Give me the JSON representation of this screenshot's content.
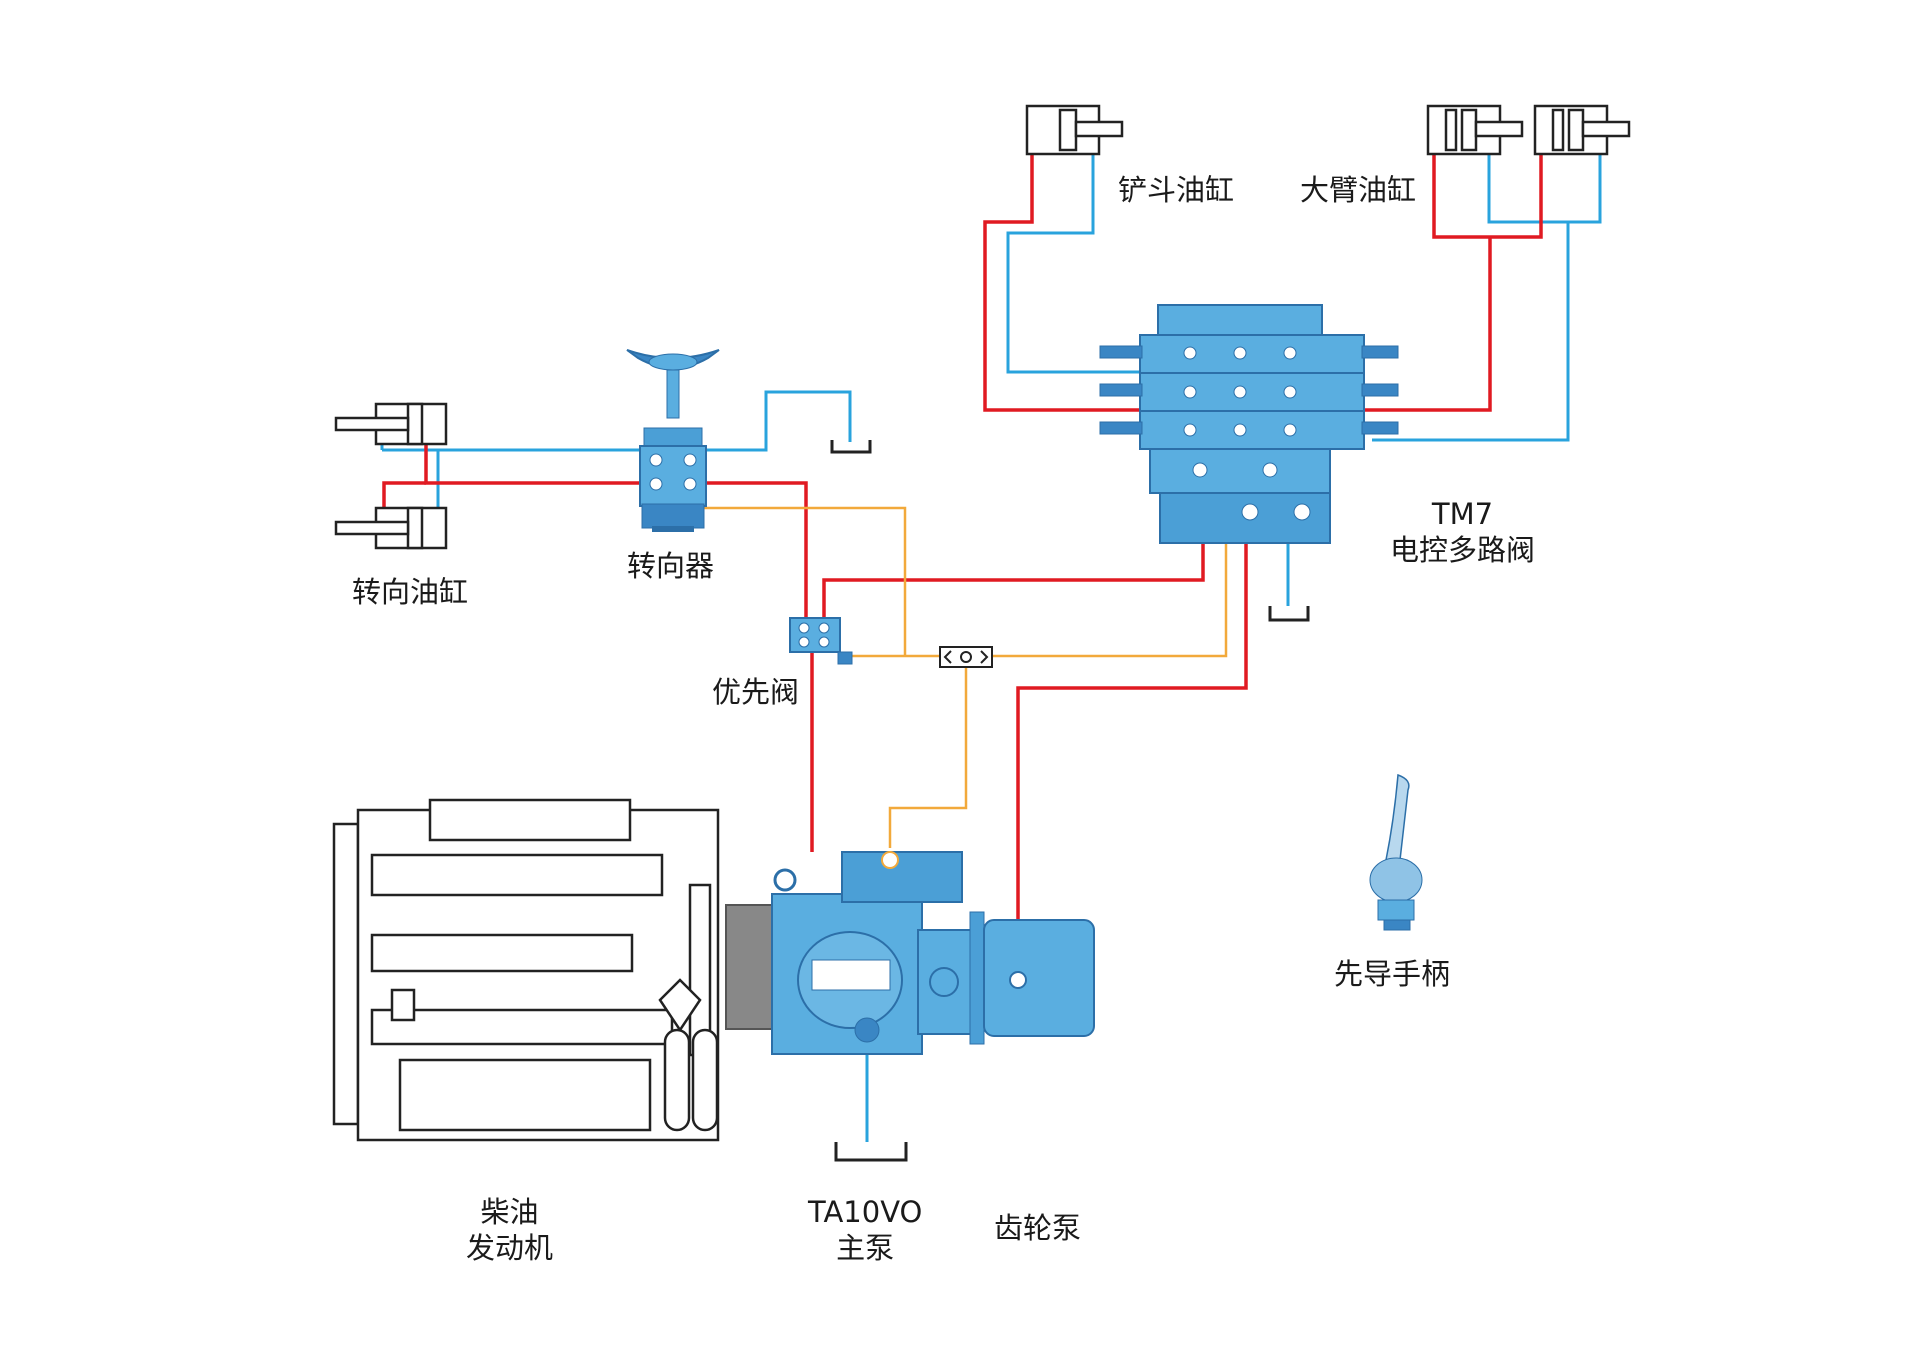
{
  "colors": {
    "pressure_line": "#e01a22",
    "return_line": "#29a3dd",
    "pilot_line": "#f2a93b",
    "component_blue": "#5aaee0",
    "component_dark": "#2c6fa8",
    "outline": "#222222"
  },
  "labels": {
    "bucket_cylinder": "铲斗油缸",
    "boom_cylinder": "大臂油缸",
    "steering_cylinder": "转向油缸",
    "steering_unit": "转向器",
    "multiway_valve_line1": "TM7",
    "multiway_valve_line2": "电控多路阀",
    "priority_valve": "优先阀",
    "pilot_handle": "先导手柄",
    "engine_line1": "柴油",
    "engine_line2": "发动机",
    "main_pump_line1": "TA10VO",
    "main_pump_line2": "主泵",
    "gear_pump": "齿轮泵"
  },
  "icons": [
    "cylinder-icon",
    "steering-wheel-icon",
    "valve-block-icon",
    "engine-icon",
    "pump-icon",
    "joystick-icon",
    "tank-icon"
  ]
}
